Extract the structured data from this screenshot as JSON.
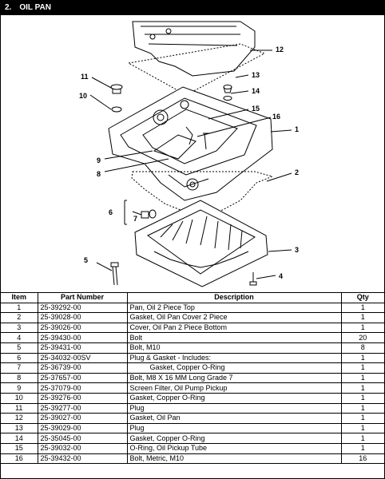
{
  "header": {
    "number": "2.",
    "title": "OIL PAN"
  },
  "diagram": {
    "callouts": [
      "1",
      "2",
      "3",
      "4",
      "5",
      "6",
      "7",
      "8",
      "9",
      "10",
      "11",
      "12",
      "13",
      "14",
      "15",
      "16"
    ]
  },
  "table": {
    "headers": {
      "item": "Item",
      "part": "Part Number",
      "desc": "Description",
      "qty": "Qty"
    },
    "rows": [
      {
        "item": "1",
        "part": "25-39292-00",
        "desc": "Pan, Oil 2 Piece Top",
        "qty": "1"
      },
      {
        "item": "2",
        "part": "25-39028-00",
        "desc": "Gasket, Oil Pan Cover 2 Piece",
        "qty": "1"
      },
      {
        "item": "3",
        "part": "25-39026-00",
        "desc": "Cover, Oil Pan 2 Piece Bottom",
        "qty": "1"
      },
      {
        "item": "4",
        "part": "25-39430-00",
        "desc": "Bolt",
        "qty": "20"
      },
      {
        "item": "5",
        "part": "25-39431-00",
        "desc": "Bolt, M10",
        "qty": "8"
      },
      {
        "item": "6",
        "part": "25-34032-00SV",
        "desc": "Plug & Gasket - Includes:",
        "qty": "1"
      },
      {
        "item": "7",
        "part": "25-36739-00",
        "desc": "Gasket, Copper O-Ring",
        "qty": "1",
        "indent": true
      },
      {
        "item": "8",
        "part": "25-37657-00",
        "desc": "Bolt, M8 X 16 MM Long Grade 7",
        "qty": "1"
      },
      {
        "item": "9",
        "part": "25-37079-00",
        "desc": "Screen Filter, Oil Pump Pickup",
        "qty": "1"
      },
      {
        "item": "10",
        "part": "25-39276-00",
        "desc": "Gasket, Copper O-Ring",
        "qty": "1"
      },
      {
        "item": "11",
        "part": "25-39277-00",
        "desc": "Plug",
        "qty": "1"
      },
      {
        "item": "12",
        "part": "25-39027-00",
        "desc": "Gasket, Oil Pan",
        "qty": "1"
      },
      {
        "item": "13",
        "part": "25-39029-00",
        "desc": "Plug",
        "qty": "1"
      },
      {
        "item": "14",
        "part": "25-35045-00",
        "desc": "Gasket, Copper O-Ring",
        "qty": "1"
      },
      {
        "item": "15",
        "part": "25-39032-00",
        "desc": "O-Ring, Oil Pickup Tube",
        "qty": "1"
      },
      {
        "item": "16",
        "part": "25-39432-00",
        "desc": "Bolt, Metric, M10",
        "qty": "16"
      }
    ]
  }
}
